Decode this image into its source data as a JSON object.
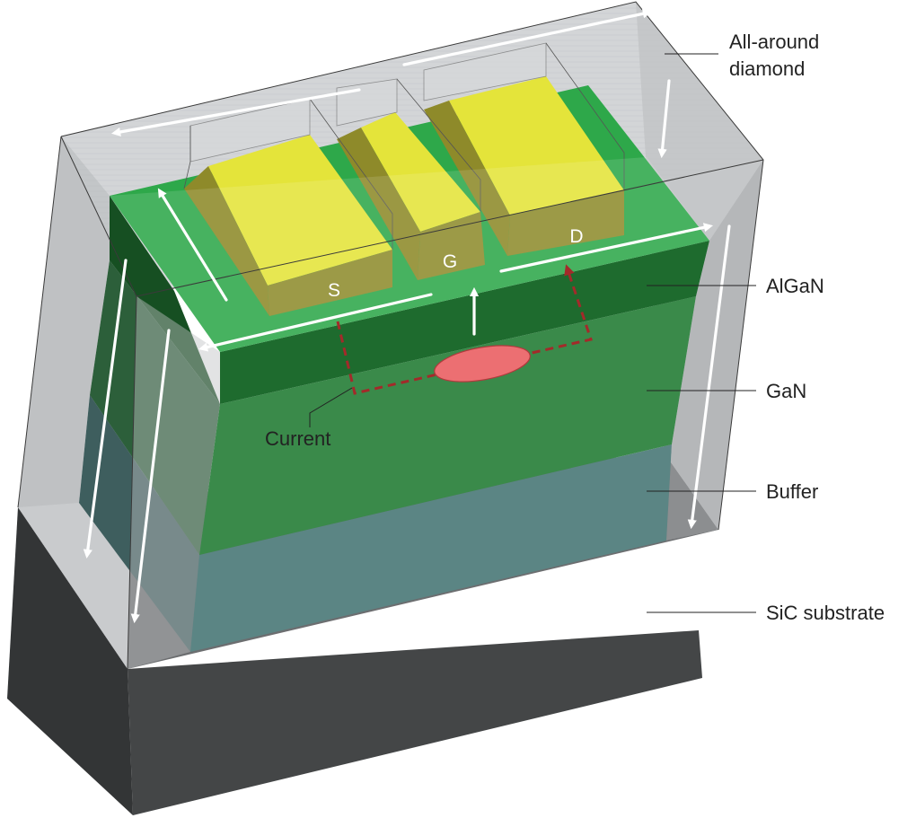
{
  "labels": {
    "diamond_line1": "All-around",
    "diamond_line2": "diamond",
    "algan": "AlGaN",
    "gan": "GaN",
    "buffer": "Buffer",
    "sic": "SiC substrate",
    "current": "Current"
  },
  "electrodes": {
    "source": "S",
    "gate": "G",
    "drain": "D"
  },
  "colors": {
    "substrate": "#444647",
    "buffer": "#5b8584",
    "gan": "#3a8a4a",
    "algan": "#1e6b2e",
    "algan_top": "#2ea84a",
    "electrode": "#e4e43a",
    "diamond": "#d0d2d4",
    "arrow": "#ffffff",
    "current_path": "#a32a2a",
    "hotspot": "#ec6f72"
  }
}
